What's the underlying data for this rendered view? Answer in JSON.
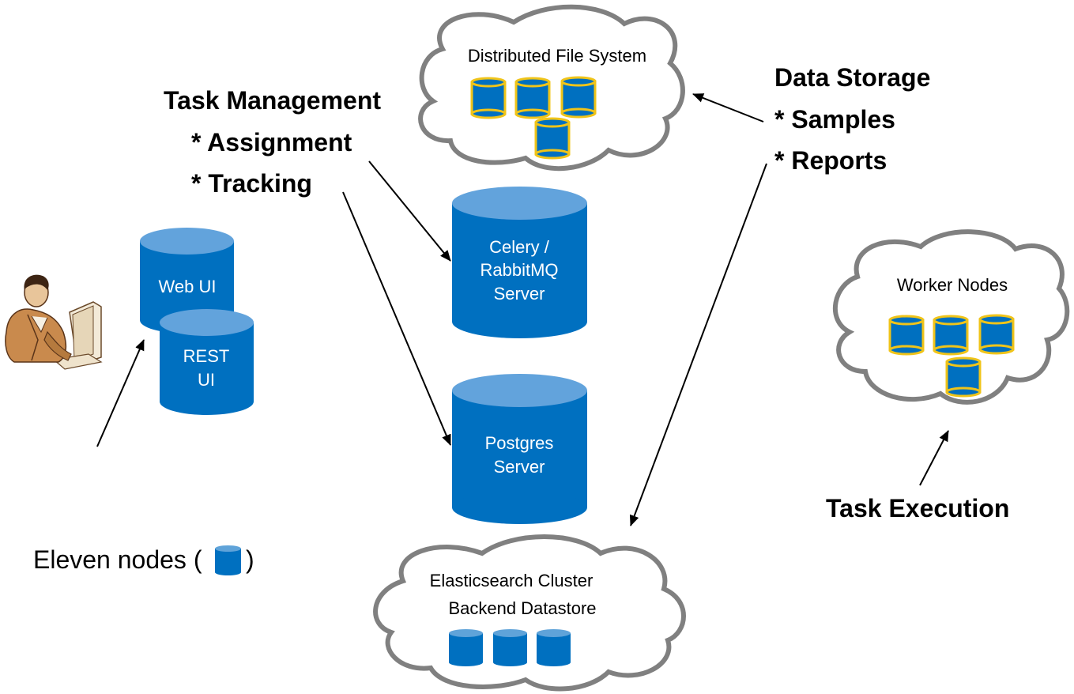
{
  "clouds": {
    "dfs": {
      "label": "Distributed File System"
    },
    "workers": {
      "label": "Worker Nodes"
    },
    "elastic": {
      "line1": "Elasticsearch Cluster",
      "line2": "Backend Datastore"
    }
  },
  "servers": {
    "web_ui": {
      "label": "Web UI"
    },
    "rest_ui": {
      "line1": "REST",
      "line2": "UI"
    },
    "celery": {
      "line1": "Celery /",
      "line2": "RabbitMQ",
      "line3": "Server"
    },
    "postgres": {
      "line1": "Postgres",
      "line2": "Server"
    }
  },
  "labels": {
    "task_management": {
      "title": "Task Management",
      "item1": "* Assignment",
      "item2": "* Tracking"
    },
    "data_storage": {
      "title": "Data Storage",
      "item1": "* Samples",
      "item2": "* Reports"
    },
    "task_execution": "Task Execution",
    "legend": {
      "prefix": "Eleven nodes (",
      "suffix": ")"
    }
  },
  "colors": {
    "server_blue": "#0070c0",
    "server_top": "#62a3dc",
    "node_outline": "#f0c419",
    "cloud_outline": "#808080"
  },
  "icons": {
    "user": "person-at-computer-icon",
    "node": "database-node-icon"
  }
}
